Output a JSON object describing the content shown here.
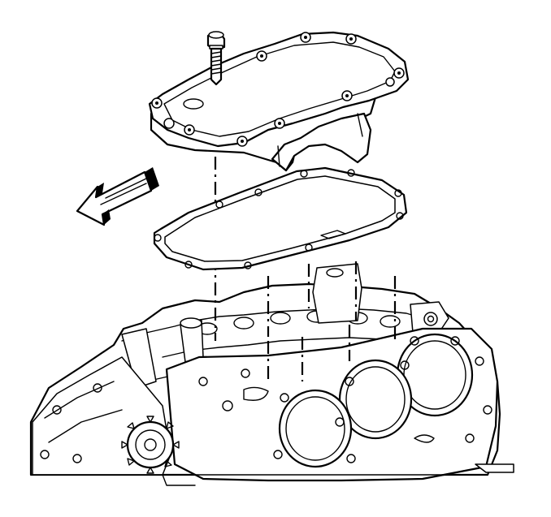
{
  "figure": {
    "kind": "exploded-view illustration",
    "components": [
      "cover-bolt",
      "valley-cover",
      "valley-cover-gasket",
      "engine-block",
      "direction-arrow"
    ],
    "direction_arrow": "front",
    "colors": {
      "line": "#000000",
      "background": "#ffffff"
    }
  }
}
